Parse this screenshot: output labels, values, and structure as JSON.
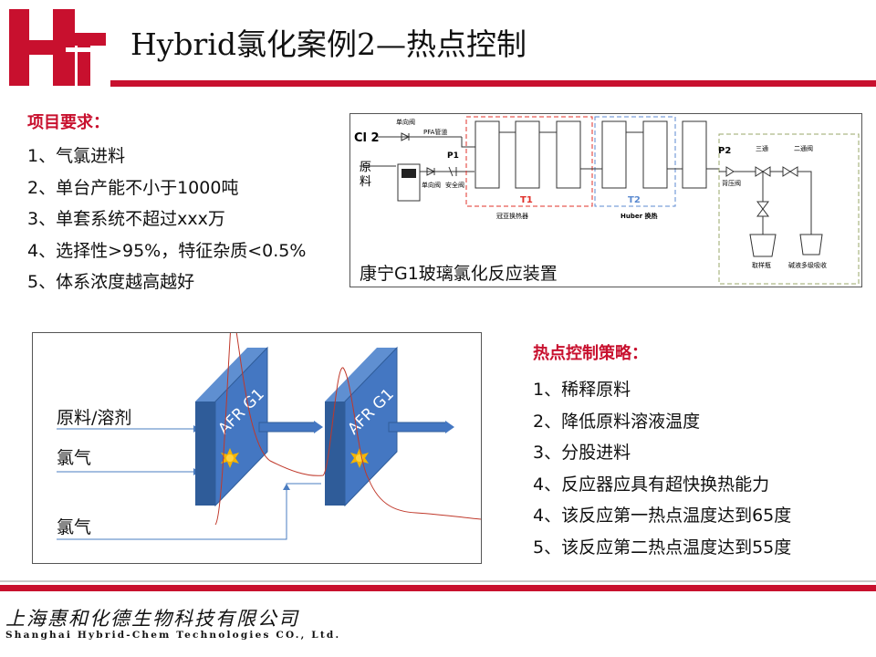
{
  "slide": {
    "title": "Hybrid氯化案例2—热点控制",
    "accent_color": "#c8102e"
  },
  "requirements": {
    "heading": "项目要求：",
    "items": [
      "1、气氯进料",
      "2、单台产能不小于1000吨",
      "3、单套系统不超过xxx万",
      "4、选择性>95%，特征杂质<0.5%",
      "5、体系浓度越高越好"
    ]
  },
  "device_diagram": {
    "caption": "康宁G1玻璃氯化反应装置",
    "labels": {
      "cl2": "Cl 2",
      "raw1": "原",
      "raw2": "料",
      "check_valve_top": "单向阀",
      "pfa": "PFA管道",
      "p1": "P1",
      "check_valve": "单向阀",
      "safety_valve": "安全阀",
      "t1": "T1",
      "t2": "T2",
      "cooler": "冠亚换热器",
      "huber": "Huber 换热",
      "p2": "P2",
      "back_valve": "背压阀",
      "three_way": "三通",
      "two_way": "二通阀",
      "sample": "取样瓶",
      "alkali": "碱液多级吸收"
    }
  },
  "flow_diagram": {
    "input_raw": "原料/溶剂",
    "input_cl1": "氯气",
    "input_cl2": "氯气",
    "reactor1": "AFR G1",
    "reactor2": "AFR G1",
    "hotspot_icon": "sun-icon",
    "curve_color": "#c0392b",
    "reactor_color": "#3a6fb7"
  },
  "strategy": {
    "heading": "热点控制策略：",
    "items": [
      "1、稀释原料",
      "2、降低原料溶液温度",
      "3、分股进料",
      "4、反应器应具有超快换热能力",
      "4、该反应第一热点温度达到65度",
      "5、该反应第二热点温度达到55度"
    ]
  },
  "company": {
    "name_cn": "上海惠和化德生物科技有限公司",
    "name_en": "Shanghai Hybrid-Chem Technologies CO., Ltd."
  }
}
